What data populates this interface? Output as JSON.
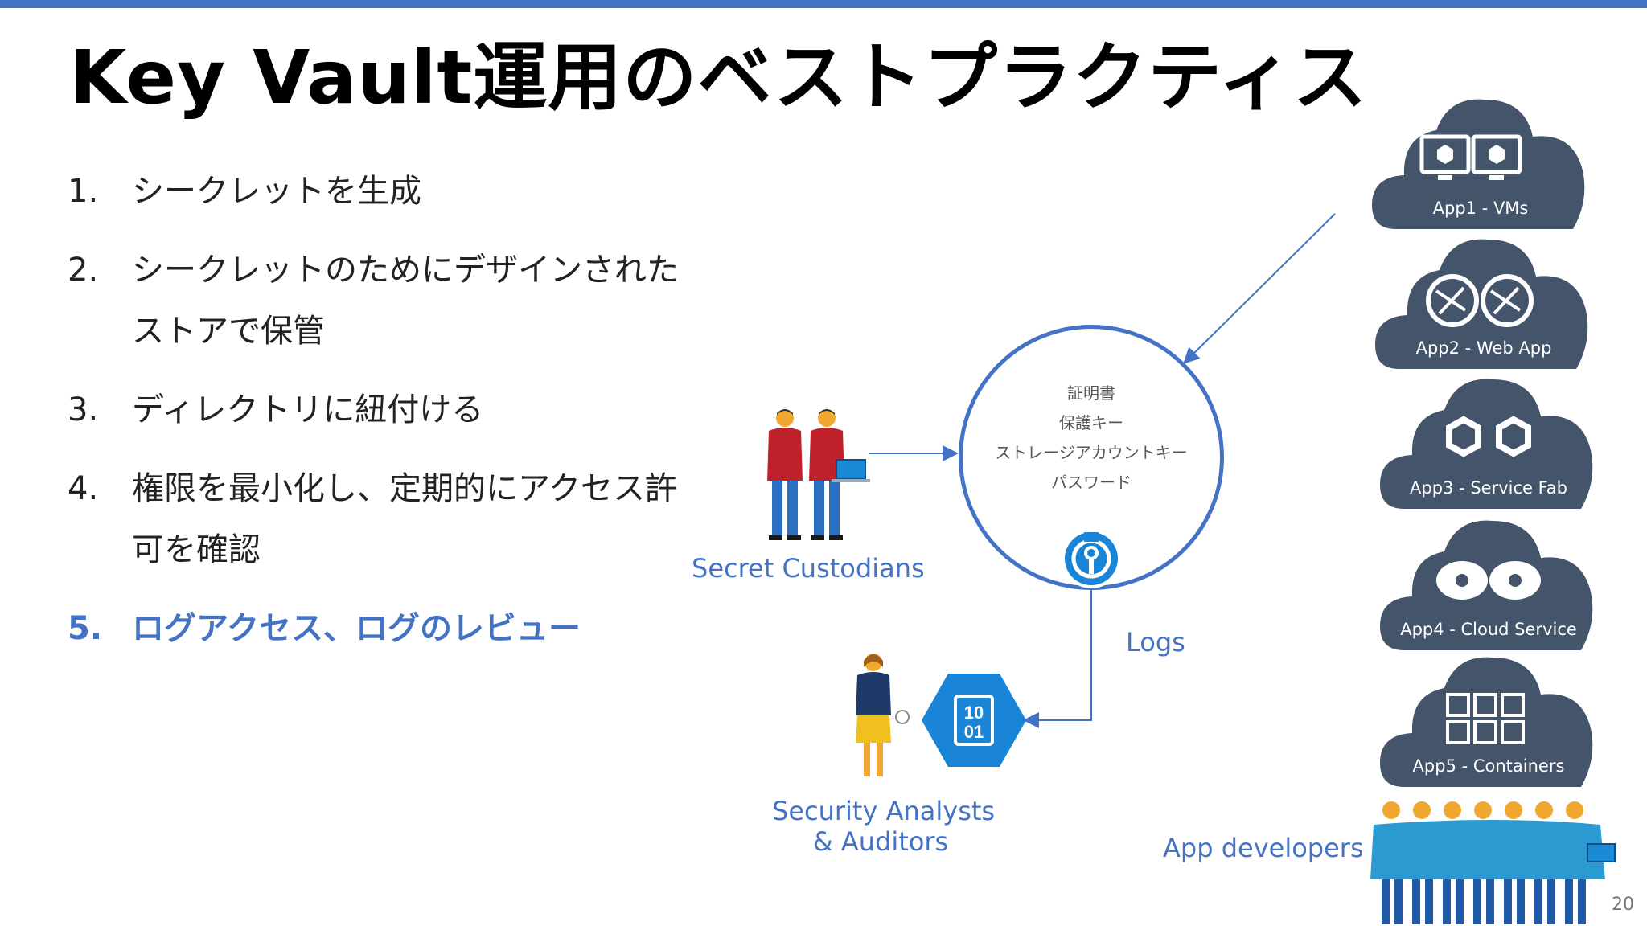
{
  "slide": {
    "title": "Key Vault運用のベストプラクティス",
    "page_number": "20",
    "accent_color": "#4472c4",
    "cloud_color": "#44546a"
  },
  "list": [
    {
      "num": "1.",
      "text": "シークレットを生成"
    },
    {
      "num": "2.",
      "text": "シークレットのためにデザインされたストアで保管"
    },
    {
      "num": "3.",
      "text": "ディレクトリに紐付ける"
    },
    {
      "num": "4.",
      "text": "権限を最小化し、定期的にアクセス許可を確認"
    },
    {
      "num": "5.",
      "text": "ログアクセス、ログのレビュー"
    }
  ],
  "vault": {
    "lines": [
      "証明書",
      "保護キー",
      "ストレージアカウントキー",
      "パスワード"
    ],
    "icon": "key-vault-icon"
  },
  "labels": {
    "custodians": "Secret Custodians",
    "logs": "Logs",
    "analysts_line1": "Security Analysts",
    "analysts_line2": "& Auditors",
    "developers": "App developers"
  },
  "clouds": [
    {
      "label": "App1 - VMs",
      "icon": "vm-icon"
    },
    {
      "label": "App2 - Web App",
      "icon": "web-app-icon"
    },
    {
      "label": "App3 - Service Fab",
      "icon": "service-fabric-icon"
    },
    {
      "label": "App4 - Cloud Service",
      "icon": "cloud-service-icon"
    },
    {
      "label": "App5 - Containers",
      "icon": "containers-icon"
    }
  ],
  "log_icon": {
    "text_line1": "10",
    "text_line2": "01"
  }
}
